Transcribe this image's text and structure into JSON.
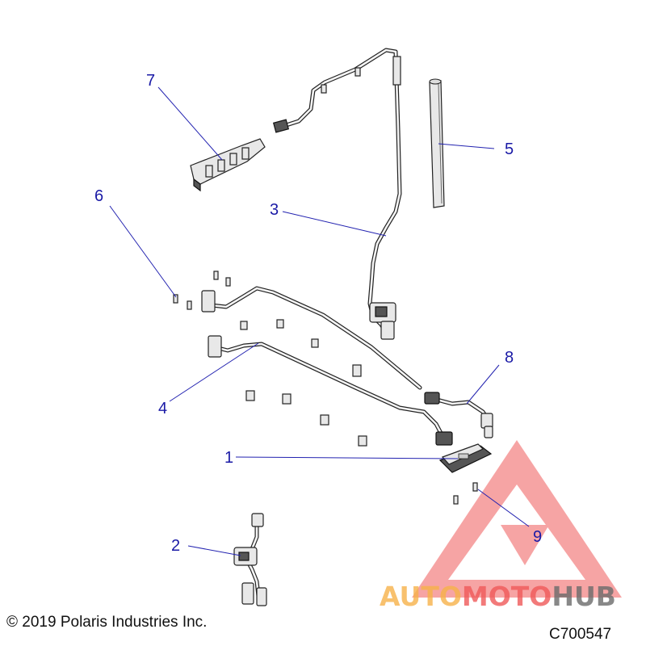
{
  "callouts": [
    {
      "id": "1",
      "label": "1"
    },
    {
      "id": "2",
      "label": "2"
    },
    {
      "id": "3",
      "label": "3"
    },
    {
      "id": "4",
      "label": "4"
    },
    {
      "id": "5",
      "label": "5"
    },
    {
      "id": "6",
      "label": "6"
    },
    {
      "id": "7",
      "label": "7"
    },
    {
      "id": "8",
      "label": "8"
    },
    {
      "id": "9",
      "label": "9"
    }
  ],
  "footer": {
    "copyright": "© 2019 Polaris Industries Inc.",
    "drawing_code": "C700547"
  },
  "watermark": {
    "text_auto": "AUTO",
    "text_moto": "MOTO",
    "text_hub": "HUB",
    "color_red": "#f05a5a",
    "color_orange": "#f7b24a",
    "color_gray": "#6b6b6b"
  },
  "colors": {
    "callout": "#1a1aa6",
    "line_art": "#222222"
  }
}
